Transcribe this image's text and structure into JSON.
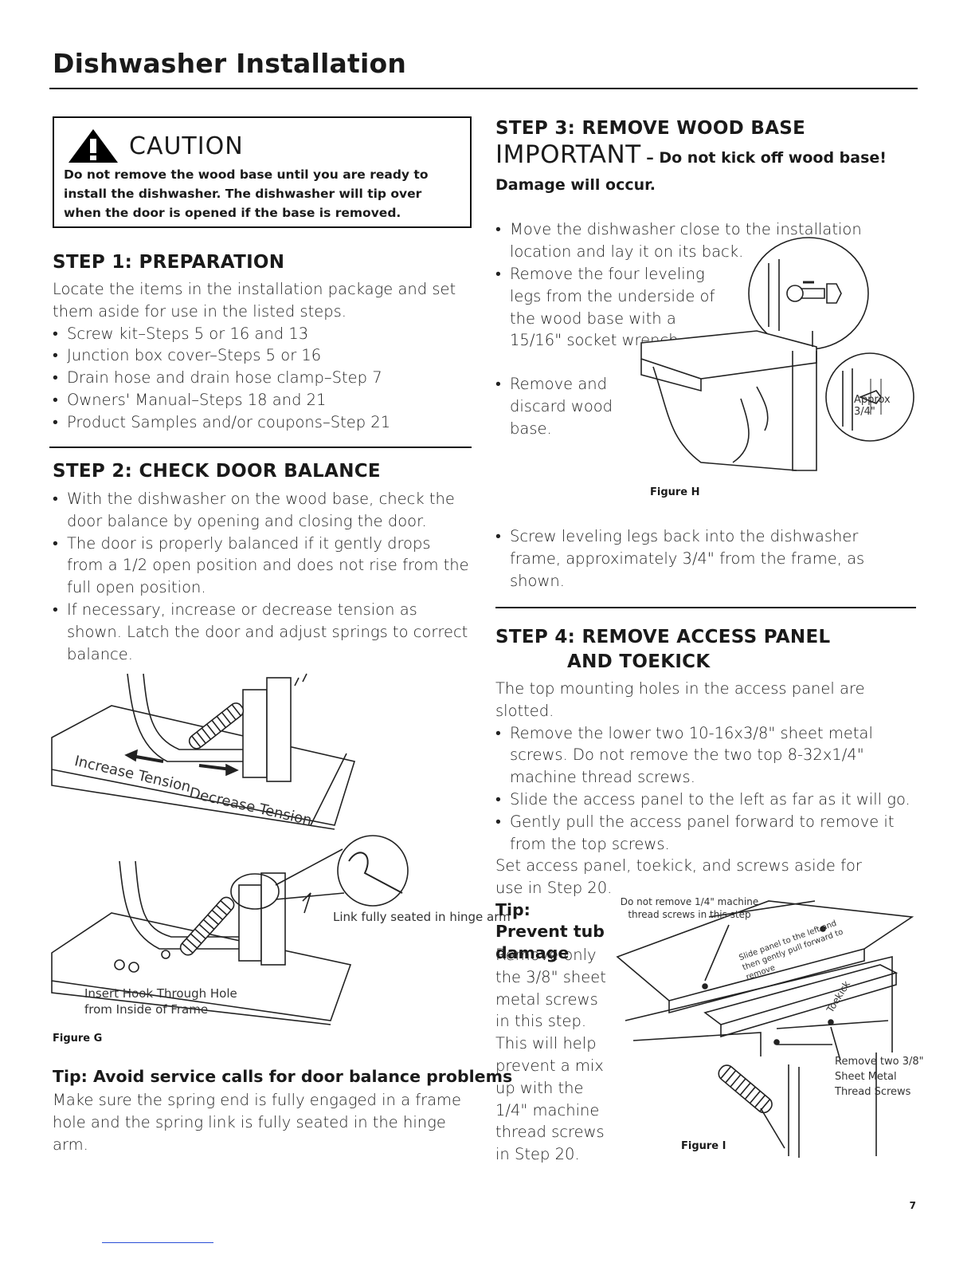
{
  "page_title": "Dishwasher Installation",
  "caution": {
    "title": "CAUTION",
    "text": "Do not remove the wood base until you are ready to install the dishwasher. The dishwasher will tip over when the door is opened if the base is removed."
  },
  "step1": {
    "heading": "STEP 1: PREPARATION",
    "intro": "Locate the items in the installation package and set them aside for use in the listed steps.",
    "items": [
      "Screw kit–Steps 5 or 16 and 13",
      "Junction box cover–Steps 5 or 16",
      "Drain hose and drain hose clamp–Step 7",
      "Owners' Manual–Steps 18 and 21",
      "Product Samples and/or coupons–Step 21"
    ]
  },
  "step2": {
    "heading": "STEP 2: CHECK DOOR BALANCE",
    "items": [
      "With the dishwasher on the wood base, check the door balance by opening and closing the door.",
      "The door is properly balanced if it gently drops from a 1/2 open position and does not rise from the full open position.",
      "If necessary, increase or decrease tension as shown. Latch the door and adjust springs to correct balance."
    ],
    "fig_increase": "Increase Tension",
    "fig_decrease": "Decrease Tension",
    "fig_link": "Link fully seated in hinge arm",
    "fig_hook": "Insert Hook Through Hole from Inside of Frame",
    "figure_label": "Figure G"
  },
  "tip_door": {
    "heading": "Tip: Avoid service calls for door balance problems",
    "text": "Make sure the spring end is fully engaged in a frame hole and the spring link is fully seated in the hinge arm."
  },
  "step3": {
    "heading": "STEP 3: REMOVE WOOD BASE",
    "important_big": "IMPORTANT",
    "important_rest": " – Do not kick off wood base!",
    "important_line2": "Damage will occur.",
    "items": [
      "Move the dishwasher close to the installation location and lay it on its back.",
      "Remove the four leveling legs from the underside of the wood base with a 15/16\" socket wrench.",
      "Remove and discard wood base."
    ],
    "fig_approx": "Approx 3/4\"",
    "figure_label": "Figure H",
    "after": "Screw leveling legs back into the dishwasher frame, approximately 3/4\" from the frame, as shown."
  },
  "step4": {
    "heading_line1": "STEP 4: REMOVE ACCESS PANEL",
    "heading_line2": "AND TOEKICK",
    "intro": "The top mounting holes in the access panel are slotted.",
    "items": [
      "Remove the lower two 10-16x3/8\" sheet metal screws. Do not remove the two top 8-32x1/4\" machine thread screws.",
      "Slide the access panel to the left as far as it will go.",
      "Gently pull the access panel forward to remove it from the top screws."
    ],
    "after": "Set access panel, toekick, and screws aside for use in Step 20.",
    "tip_heading": "Tip: Prevent tub damage",
    "tip_text": "Remove only the 3/8\" sheet metal screws in this step. This will help prevent a mix up with the 1/4\" machine thread screws in Step 20.",
    "fig_donot": "Do not remove 1/4\" machine thread screws in this step",
    "fig_slide": "Slide panel to the left and then gently pull forward to remove",
    "fig_toekick": "Toekick",
    "fig_remove_two": "Remove two 3/8\" Sheet Metal Thread Screws",
    "figure_label": "Figure I"
  },
  "page_number": "7"
}
